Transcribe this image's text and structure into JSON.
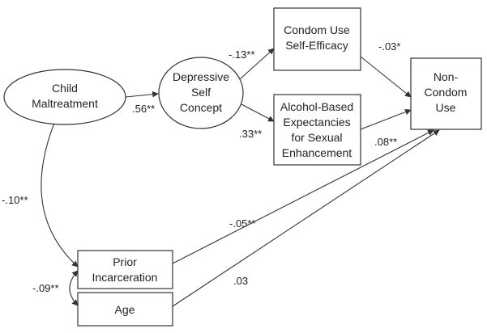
{
  "nodes": {
    "child_maltreatment": {
      "lines": [
        "Child",
        "Maltreatment"
      ],
      "shape": "ellipse"
    },
    "depressive_self_concept": {
      "lines": [
        "Depressive",
        "Self",
        "Concept"
      ],
      "shape": "ellipse"
    },
    "condom_use_self_efficacy": {
      "lines": [
        "Condom Use",
        "Self-Efficacy"
      ],
      "shape": "box"
    },
    "alcohol_expectancies": {
      "lines": [
        "Alcohol-Based",
        "Expectancies",
        "for Sexual",
        "Enhancement"
      ],
      "shape": "box"
    },
    "non_condom_use": {
      "lines": [
        "Non-",
        "Condom",
        "Use"
      ],
      "shape": "box"
    },
    "prior_incarceration": {
      "lines": [
        "Prior",
        "Incarceration"
      ],
      "shape": "box"
    },
    "age": {
      "lines": [
        "Age"
      ],
      "shape": "box"
    }
  },
  "paths": [
    {
      "from": "Child Maltreatment",
      "to": "Depressive Self Concept",
      "coefficient": ".56**"
    },
    {
      "from": "Depressive Self Concept",
      "to": "Condom Use Self-Efficacy",
      "coefficient": "-.13**"
    },
    {
      "from": "Depressive Self Concept",
      "to": "Alcohol-Based Expectancies for Sexual Enhancement",
      "coefficient": ".33**"
    },
    {
      "from": "Condom Use Self-Efficacy",
      "to": "Non-Condom Use",
      "coefficient": "-.03*"
    },
    {
      "from": "Alcohol-Based Expectancies for Sexual Enhancement",
      "to": "Non-Condom Use",
      "coefficient": ".08**"
    },
    {
      "from": "Prior Incarceration",
      "to": "Non-Condom Use",
      "coefficient": "-.05**"
    },
    {
      "from": "Age",
      "to": "Non-Condom Use",
      "coefficient": ".03"
    },
    {
      "from": "Child Maltreatment",
      "to": "Prior Incarceration",
      "coefficient": "-.10**",
      "type": "correlation"
    },
    {
      "from": "Prior Incarceration",
      "to": "Age",
      "coefficient": "-.09**",
      "type": "correlation"
    }
  ]
}
